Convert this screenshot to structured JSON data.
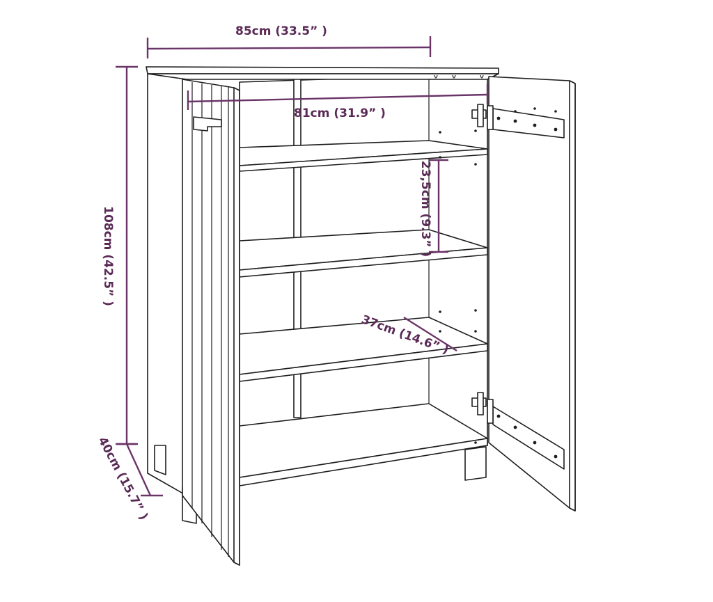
{
  "diagram": {
    "type": "dimension-drawing",
    "subject": "cabinet-with-doors",
    "dimension_color": "#6b3468",
    "label_color": "#5a2a56",
    "outline_color": "#1e1e1e"
  },
  "dimensions": {
    "width": "85cm (33.5” )",
    "inner_width": "81cm (31.9” )",
    "height": "108cm (42.5” )",
    "shelf_spacing": "23,5cm (9.3” )",
    "shelf_depth": "37cm (14.6” )",
    "depth": "40cm (15.7” )"
  }
}
